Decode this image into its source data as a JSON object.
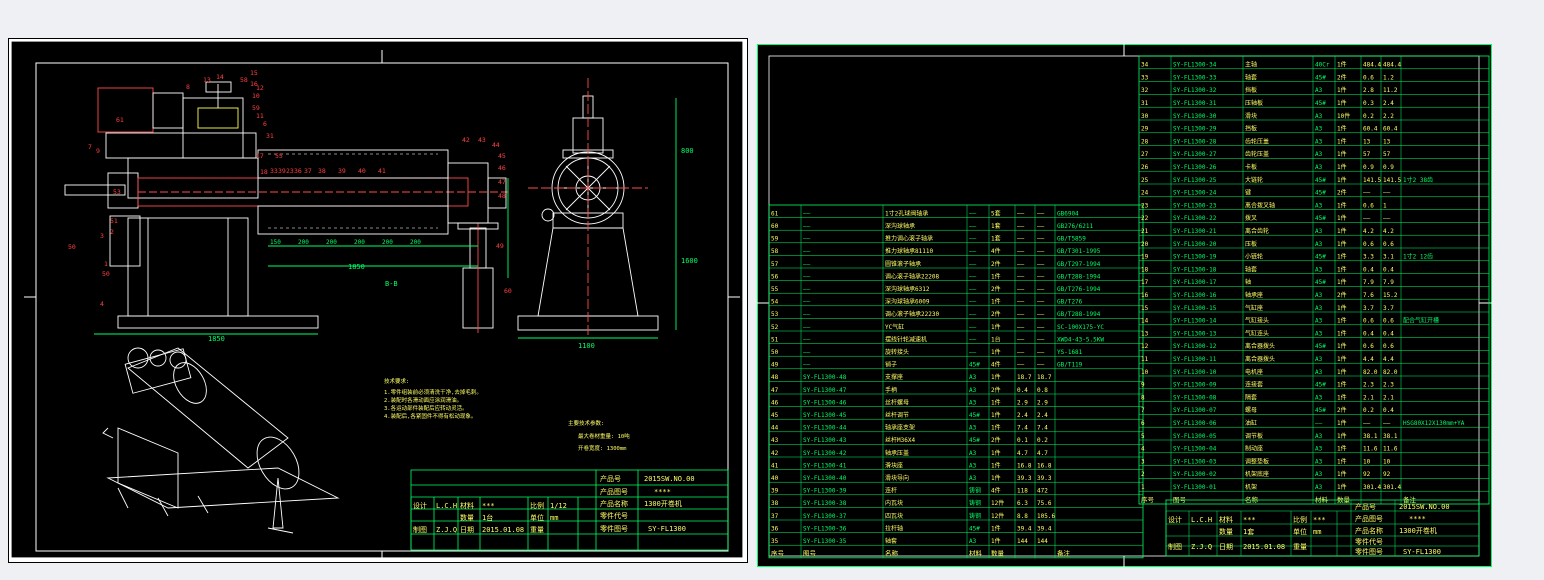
{
  "left_sheet": {
    "title_block": {
      "product_no_label": "产品号",
      "product_no": "2015SW.NO.00",
      "mark": "****",
      "row1": [
        "设计",
        "L.C.H",
        "材料",
        "***",
        "比例",
        "1/12"
      ],
      "row2": [
        "",
        "",
        "数量",
        "1台",
        "单位",
        "mm"
      ],
      "row3": [
        "制图",
        "Z.J.Q",
        "日期",
        "2015.01.08",
        "重量",
        ""
      ],
      "product_name_label": "产品名称",
      "product_name": "1300开卷机",
      "part_code_label": "零件代号",
      "part_code_label2": "零件图号",
      "part_code": "SY-FL1300"
    },
    "notes": {
      "title": "技术要求:",
      "lines": [
        "1.零件组装前必须清洗干净,去掉毛刺。",
        "2.装配时各滑动面应涂润滑油。",
        "3.各运动部件装配后应转动灵活。",
        "4.装配后,各紧固件不得有松动现象。"
      ]
    },
    "params": {
      "title": "主要技术参数:",
      "lines": [
        "最大卷材重量: 10吨",
        "开卷宽度: 1300mm"
      ]
    },
    "section_label": "B-B",
    "dims": {
      "d1": "1850",
      "d2": "1850",
      "d3": "1100",
      "d4": "1600",
      "d5": "800",
      "seg": [
        "150",
        "200",
        "200",
        "200",
        "200",
        "200"
      ]
    },
    "balloons": [
      "61",
      "8",
      "13",
      "14",
      "58",
      "12",
      "10",
      "59",
      "6",
      "31",
      "55",
      "7",
      "9",
      "53",
      "51",
      "50",
      "50",
      "3",
      "1",
      "4",
      "2",
      "11",
      "15",
      "16",
      "17",
      "18",
      "33",
      "39",
      "23",
      "36",
      "37",
      "38",
      "39",
      "40",
      "41",
      "42",
      "43",
      "44",
      "45",
      "46",
      "47",
      "48",
      "49",
      "60"
    ]
  },
  "right_sheet": {
    "title_block": {
      "product_no_label": "产品号",
      "product_no": "2015SW.NO.00",
      "mark": "****",
      "row1": [
        "设计",
        "L.C.H",
        "材料",
        "***",
        "比例",
        "***"
      ],
      "row2": [
        "",
        "",
        "数量",
        "1套",
        "单位",
        "mm"
      ],
      "row3": [
        "制图",
        "Z.J.Q",
        "日期",
        "2015.01.08",
        "重量",
        ""
      ],
      "product_name_label": "产品名称",
      "product_name": "1300开卷机",
      "part_code_label": "零件代号",
      "part_code_label2": "零件图号",
      "part_code": "SY-FL1300"
    },
    "bom_left_header": [
      "序号",
      "图号",
      "名称",
      "材料",
      "数量",
      "",
      "",
      "备注"
    ],
    "bom_left": [
      [
        "61",
        "——",
        "1寸2孔球阀轴承",
        "——",
        "5套",
        "——",
        "——",
        "GB6904"
      ],
      [
        "60",
        "——",
        "深沟球轴承",
        "——",
        "1套",
        "——",
        "——",
        "GB276/6211"
      ],
      [
        "59",
        "——",
        "推力调心滚子轴承",
        "——",
        "1套",
        "——",
        "——",
        "GB/T5859"
      ],
      [
        "58",
        "——",
        "推力球轴承81110",
        "——",
        "4件",
        "——",
        "——",
        "GB/T301-1995"
      ],
      [
        "57",
        "——",
        "圆锥滚子轴承",
        "——",
        "2件",
        "——",
        "——",
        "GB/T297-1994"
      ],
      [
        "56",
        "——",
        "调心滚子轴承22208",
        "——",
        "1件",
        "——",
        "——",
        "GB/T288-1994"
      ],
      [
        "55",
        "——",
        "深沟球轴承6312",
        "——",
        "2件",
        "——",
        "——",
        "GB/T276-1994"
      ],
      [
        "54",
        "——",
        "深沟球轴承6009",
        "——",
        "1件",
        "——",
        "——",
        "GB/T276"
      ],
      [
        "53",
        "——",
        "调心滚子轴承22230",
        "——",
        "2件",
        "——",
        "——",
        "GB/T288-1994"
      ],
      [
        "52",
        "——",
        "YC气缸",
        "——",
        "1件",
        "——",
        "——",
        "SC-100X175-YC"
      ],
      [
        "51",
        "——",
        "摆线针轮减速机",
        "——",
        "1台",
        "——",
        "——",
        "XWD4-43-5.5KW"
      ],
      [
        "50",
        "——",
        "旋转接头",
        "——",
        "1件",
        "——",
        "——",
        "YS-1681"
      ],
      [
        "49",
        "——",
        "销子",
        "45#",
        "4件",
        "——",
        "——",
        "GB/T119"
      ],
      [
        "48",
        "SY-FL1300-48",
        "支撑座",
        "A3",
        "1件",
        "18.7",
        "18.7",
        ""
      ],
      [
        "47",
        "SY-FL1300-47",
        "手柄",
        "A3",
        "2件",
        "0.4",
        "0.8",
        ""
      ],
      [
        "46",
        "SY-FL1300-46",
        "丝杆螺母",
        "A3",
        "1件",
        "2.9",
        "2.9",
        ""
      ],
      [
        "45",
        "SY-FL1300-45",
        "丝杆调节",
        "45#",
        "1件",
        "2.4",
        "2.4",
        ""
      ],
      [
        "44",
        "SY-FL1300-44",
        "轴承座支架",
        "A3",
        "1件",
        "7.4",
        "7.4",
        ""
      ],
      [
        "43",
        "SY-FL1300-43",
        "丝杆M36X4",
        "45#",
        "2件",
        "0.1",
        "0.2",
        ""
      ],
      [
        "42",
        "SY-FL1300-42",
        "轴承压盖",
        "A3",
        "1件",
        "4.7",
        "4.7",
        ""
      ],
      [
        "41",
        "SY-FL1300-41",
        "滑块座",
        "A3",
        "1件",
        "16.8",
        "16.8",
        ""
      ],
      [
        "40",
        "SY-FL1300-40",
        "滑块导向",
        "A3",
        "1件",
        "39.3",
        "39.3",
        ""
      ],
      [
        "39",
        "SY-FL1300-39",
        "连杆",
        "铸钢",
        "4件",
        "118",
        "472",
        ""
      ],
      [
        "38",
        "SY-FL1300-38",
        "内瓦块",
        "铸钢",
        "12件",
        "6.3",
        "75.6",
        ""
      ],
      [
        "37",
        "SY-FL1300-37",
        "四瓦块",
        "铸钢",
        "12件",
        "8.8",
        "105.6",
        ""
      ],
      [
        "36",
        "SY-FL1300-36",
        "拉杆轴",
        "45#",
        "1件",
        "39.4",
        "39.4",
        ""
      ],
      [
        "35",
        "SY-FL1300-35",
        "轴套",
        "A3",
        "1件",
        "144",
        "144",
        ""
      ]
    ],
    "bom_right": [
      [
        "34",
        "SY-FL1300-34",
        "主轴",
        "40Cr",
        "1件",
        "484.4",
        "484.4",
        ""
      ],
      [
        "33",
        "SY-FL1300-33",
        "轴套",
        "45#",
        "2件",
        "0.6",
        "1.2",
        ""
      ],
      [
        "32",
        "SY-FL1300-32",
        "挡板",
        "A3",
        "1件",
        "2.8",
        "11.2",
        ""
      ],
      [
        "31",
        "SY-FL1300-31",
        "压轴板",
        "45#",
        "1件",
        "0.3",
        "2.4",
        ""
      ],
      [
        "30",
        "SY-FL1300-30",
        "滑块",
        "A3",
        "10件",
        "0.2",
        "2.2",
        ""
      ],
      [
        "29",
        "SY-FL1300-29",
        "挡板",
        "A3",
        "1件",
        "60.4",
        "60.4",
        ""
      ],
      [
        "28",
        "SY-FL1300-28",
        "齿轮压盖",
        "A3",
        "1件",
        "13",
        "13",
        ""
      ],
      [
        "27",
        "SY-FL1300-27",
        "齿轮压盖",
        "A3",
        "1件",
        "57",
        "57",
        ""
      ],
      [
        "26",
        "SY-FL1300-26",
        "卡板",
        "A3",
        "1件",
        "0.9",
        "0.9",
        ""
      ],
      [
        "25",
        "SY-FL1300-25",
        "大链轮",
        "45#",
        "1件",
        "141.5",
        "141.5",
        "1寸2 38齿"
      ],
      [
        "24",
        "SY-FL1300-24",
        "键",
        "45#",
        "2件",
        "——",
        "——",
        ""
      ],
      [
        "23",
        "SY-FL1300-23",
        "离合拨叉轴",
        "A3",
        "1件",
        "0.6",
        "1",
        ""
      ],
      [
        "22",
        "SY-FL1300-22",
        "拨叉",
        "45#",
        "1件",
        "——",
        "——",
        ""
      ],
      [
        "21",
        "SY-FL1300-21",
        "离合齿轮",
        "A3",
        "1件",
        "4.2",
        "4.2",
        ""
      ],
      [
        "20",
        "SY-FL1300-20",
        "压板",
        "A3",
        "1件",
        "0.6",
        "0.6",
        ""
      ],
      [
        "19",
        "SY-FL1300-19",
        "小链轮",
        "45#",
        "1件",
        "3.3",
        "3.1",
        "1寸2 12齿"
      ],
      [
        "18",
        "SY-FL1300-18",
        "轴套",
        "A3",
        "1件",
        "0.4",
        "0.4",
        ""
      ],
      [
        "17",
        "SY-FL1300-17",
        "轴",
        "45#",
        "1件",
        "7.9",
        "7.9",
        ""
      ],
      [
        "16",
        "SY-FL1300-16",
        "轴承座",
        "A3",
        "2件",
        "7.6",
        "15.2",
        ""
      ],
      [
        "15",
        "SY-FL1300-15",
        "气缸座",
        "A3",
        "1件",
        "3.7",
        "3.7",
        ""
      ],
      [
        "14",
        "SY-FL1300-14",
        "气缸接头",
        "A3",
        "1件",
        "0.6",
        "0.6",
        "配合气缸开槽"
      ],
      [
        "13",
        "SY-FL1300-13",
        "气缸连头",
        "A3",
        "1件",
        "0.4",
        "0.4",
        ""
      ],
      [
        "12",
        "SY-FL1300-12",
        "离合器拨头",
        "45#",
        "1件",
        "0.6",
        "0.6",
        ""
      ],
      [
        "11",
        "SY-FL1300-11",
        "离合器拨头",
        "A3",
        "1件",
        "4.4",
        "4.4",
        ""
      ],
      [
        "10",
        "SY-FL1300-10",
        "电机座",
        "A3",
        "1件",
        "82.0",
        "82.0",
        ""
      ],
      [
        "9",
        "SY-FL1300-09",
        "连接套",
        "45#",
        "1件",
        "2.3",
        "2.3",
        ""
      ],
      [
        "8",
        "SY-FL1300-08",
        "隔套",
        "A3",
        "1件",
        "2.1",
        "2.1",
        ""
      ],
      [
        "7",
        "SY-FL1300-07",
        "螺母",
        "45#",
        "2件",
        "0.2",
        "0.4",
        ""
      ],
      [
        "6",
        "SY-FL1300-06",
        "油缸",
        "——",
        "1件",
        "——",
        "——",
        "HSG80X12X130mm+YA"
      ],
      [
        "5",
        "SY-FL1300-05",
        "调节板",
        "A3",
        "1件",
        "38.1",
        "38.1",
        ""
      ],
      [
        "4",
        "SY-FL1300-04",
        "制动座",
        "A3",
        "1件",
        "11.6",
        "11.6",
        ""
      ],
      [
        "3",
        "SY-FL1300-03",
        "调整垫板",
        "A3",
        "1件",
        "10",
        "10",
        ""
      ],
      [
        "2",
        "SY-FL1300-02",
        "机架底座",
        "A3",
        "1件",
        "92",
        "92",
        ""
      ],
      [
        "1",
        "SY-FL1300-01",
        "机架",
        "A3",
        "1件",
        "301.4",
        "301.4",
        ""
      ]
    ],
    "bom_right_header": [
      "序号",
      "图号",
      "名称",
      "材料",
      "数量",
      "",
      "",
      "备注"
    ]
  }
}
